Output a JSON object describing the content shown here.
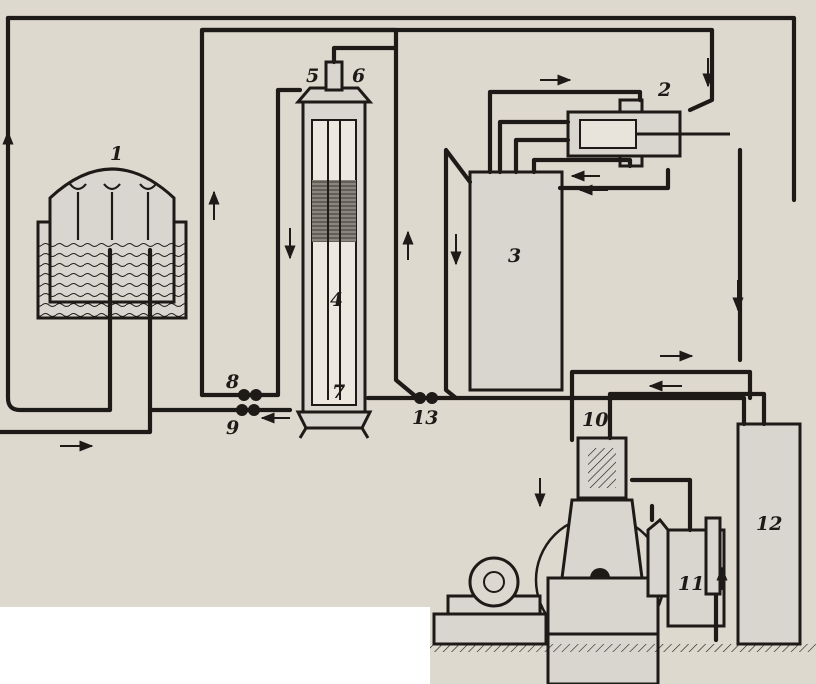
{
  "labels": {
    "n1": "1",
    "n2": "2",
    "n3": "3",
    "n4": "4",
    "n5": "5",
    "n6": "6",
    "n7": "7",
    "n8": "8",
    "n9": "9",
    "n10": "10",
    "n11": "11",
    "n12": "12",
    "n13": "13"
  },
  "colors": {
    "paper": "#ded9cf",
    "ink": "#1d1a17",
    "liquid": "#6e6a64"
  },
  "icons": {
    "arrow": "flow-direction-arrow"
  }
}
